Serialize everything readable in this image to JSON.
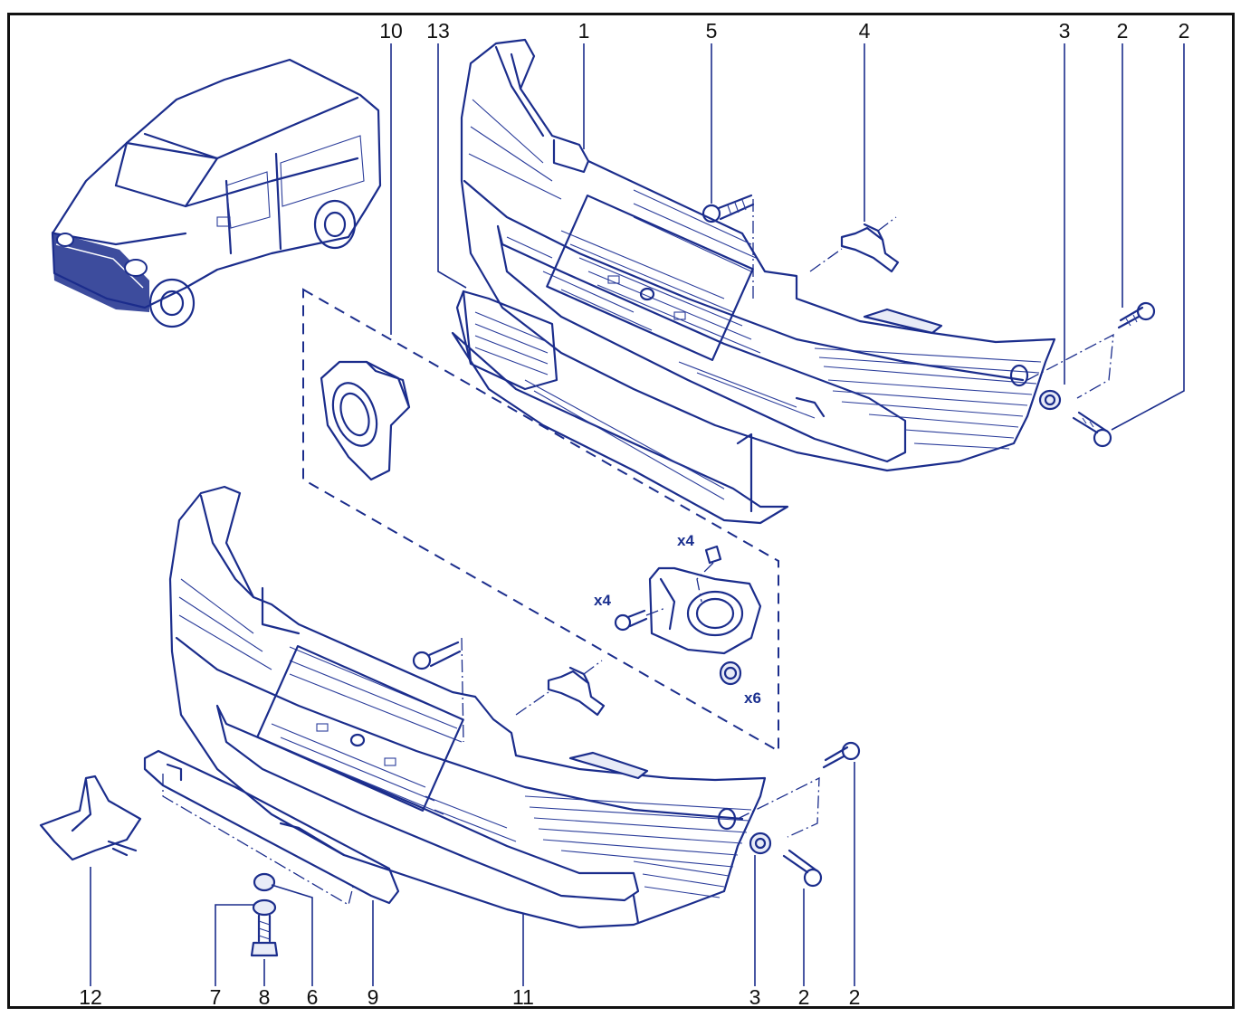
{
  "callouts_top": [
    "10",
    "13",
    "1",
    "5",
    "4",
    "3",
    "2",
    "2"
  ],
  "callouts_bottom": [
    "12",
    "7",
    "8",
    "6",
    "9",
    "11",
    "3",
    "2",
    "2"
  ],
  "quantities": {
    "clip_top": "x4",
    "screw_left": "x4",
    "nut_right": "x6"
  }
}
